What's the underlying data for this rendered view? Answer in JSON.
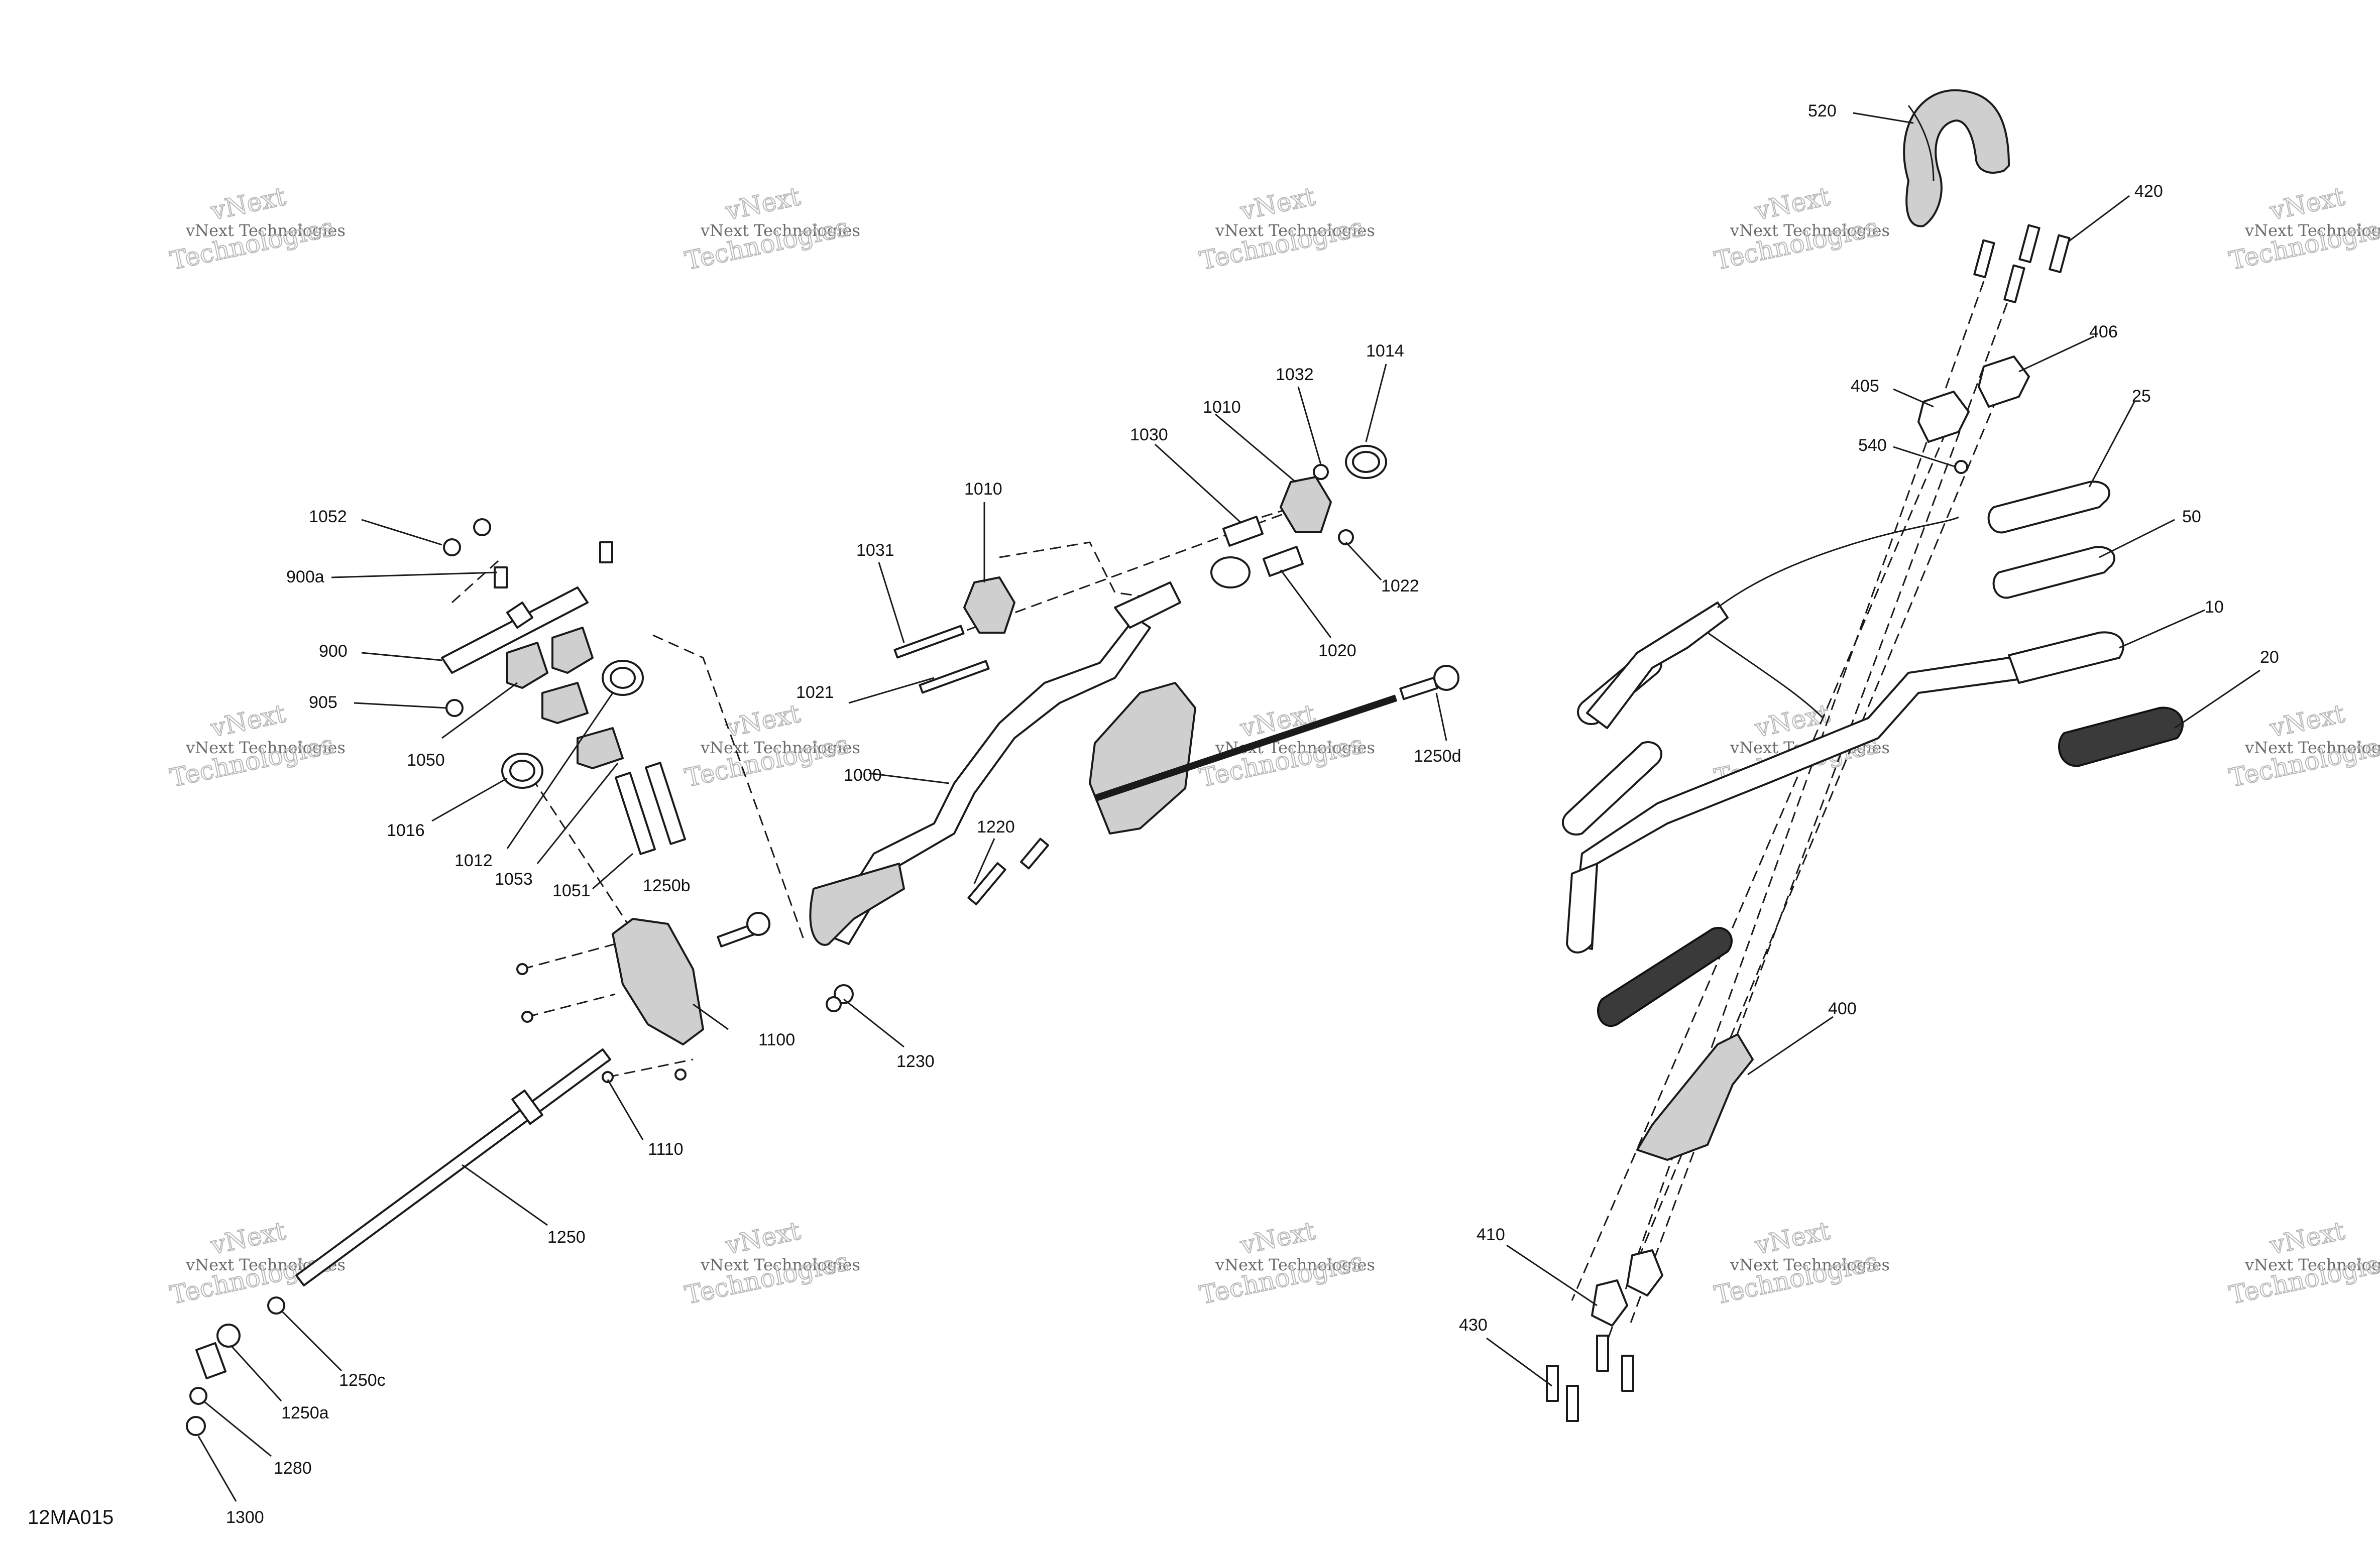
{
  "figure_id": "12MA015",
  "watermark": {
    "line1": "vNext Technologies",
    "line2": "vNext",
    "line3": "Technologies"
  },
  "callouts": {
    "c520": "520",
    "c420": "420",
    "c406": "406",
    "c405": "405",
    "c540": "540",
    "c25": "25",
    "c50": "50",
    "c10": "10",
    "c20": "20",
    "c400": "400",
    "c410": "410",
    "c430": "430",
    "c1014": "1014",
    "c1032": "1032",
    "c1010a": "1010",
    "c1030": "1030",
    "c1010b": "1010",
    "c1031": "1031",
    "c1022": "1022",
    "c1020": "1020",
    "c1021": "1021",
    "c1250d": "1250d",
    "c1000": "1000",
    "c1220": "1220",
    "c1230": "1230",
    "c1052": "1052",
    "c900a": "900a",
    "c900": "900",
    "c905": "905",
    "c1050": "1050",
    "c1016": "1016",
    "c1012": "1012",
    "c1053": "1053",
    "c1051": "1051",
    "c1250b": "1250b",
    "c1100": "1100",
    "c1110": "1110",
    "c1250": "1250",
    "c1250c": "1250c",
    "c1250a": "1250a",
    "c1280": "1280",
    "c1300": "1300"
  },
  "colors": {
    "line": "#1a1a1a",
    "watermark": "#6a6a6a",
    "shade": "#cfcfcf"
  }
}
